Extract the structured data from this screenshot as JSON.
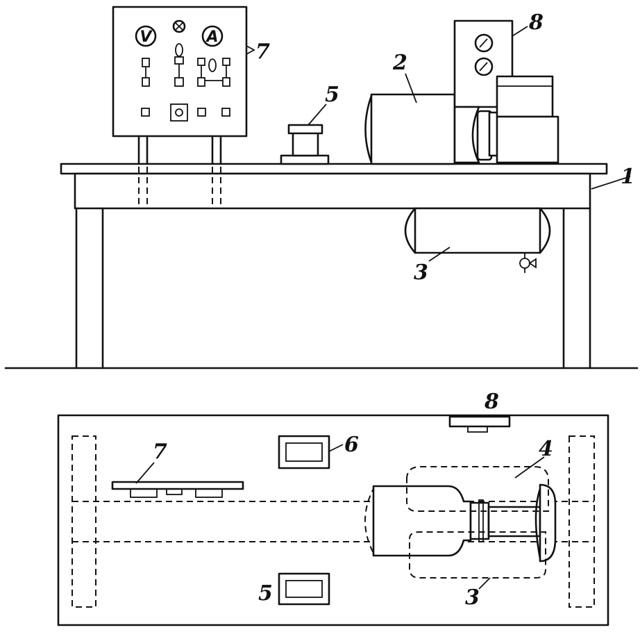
{
  "elevation_view": {
    "labels": {
      "table": "1",
      "motor": "2",
      "tank": "3",
      "fixture": "5",
      "control_panel": "7",
      "gauge_panel": "8"
    },
    "control_panel": {
      "voltmeter_symbol": "V",
      "ammeter_symbol": "A"
    }
  },
  "plan_view": {
    "labels": {
      "tank_outline": "3",
      "motor_outline": "4",
      "fixture": "5",
      "box": "6",
      "control_panel": "7",
      "gauge_panel": "8"
    }
  }
}
